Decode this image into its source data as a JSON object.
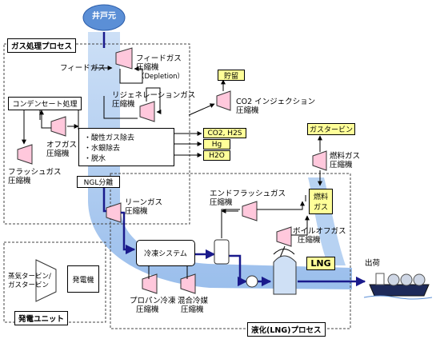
{
  "source": "井戸元",
  "sections": {
    "gas": "ガス処理プロセス",
    "power": "発電ユニット",
    "lng": "液化(LNG)プロセス"
  },
  "labels": {
    "feed_gas": "フィードガス",
    "feed_comp": [
      "フィードガス",
      "圧縮機",
      "（Depletion）"
    ],
    "regen_comp": [
      "リジェネレーションガス",
      "圧縮機"
    ],
    "co2_comp": [
      "CO2 インジェクション",
      "圧縮機"
    ],
    "storage": "貯留",
    "condensate": "コンデンセート処理",
    "offgas_comp": [
      "オフガス",
      "圧縮機"
    ],
    "flash_comp": [
      "フラッシュガス",
      "圧縮機"
    ],
    "treat_items": [
      "・酸性ガス除去",
      "・水銀除去",
      "・脱水"
    ],
    "outputs": [
      "CO2, H2S",
      "Hg",
      "H2O"
    ],
    "gas_turbine": "ガスタービン",
    "fuel_comp": [
      "燃料ガス",
      "圧縮機"
    ],
    "fuel_gas": [
      "燃料",
      "ガス"
    ],
    "ngl": "NGL分離",
    "lean_comp": [
      "リーンガス",
      "圧縮機"
    ],
    "end_flash_comp": [
      "エンドフラッシュガス",
      "圧縮機"
    ],
    "boiloff_comp": [
      "ボイルオフガス",
      "圧縮機"
    ],
    "refrig_system": "冷凍システム",
    "propane_comp": [
      "プロパン冷凍",
      "圧縮機"
    ],
    "mixed_comp": [
      "混合冷媒",
      "圧縮機"
    ],
    "lng": "LNG",
    "shipment": "出荷",
    "turbine": [
      "蒸気タービン/",
      "ガスタービン"
    ],
    "generator": "発電機"
  },
  "colors": {
    "flow_blue": "#a7c8f0",
    "source_blue": "#5b8fd6",
    "line_navy": "#1a1a8c",
    "compressor_pink": "#ffc8dc",
    "box_yellow": "#ffff99",
    "tank_blue": "#cfe0f5"
  },
  "icons": [
    "compressor-icon",
    "turbine-icon",
    "pump-icon",
    "lng-tank-icon",
    "lng-ship-icon"
  ]
}
